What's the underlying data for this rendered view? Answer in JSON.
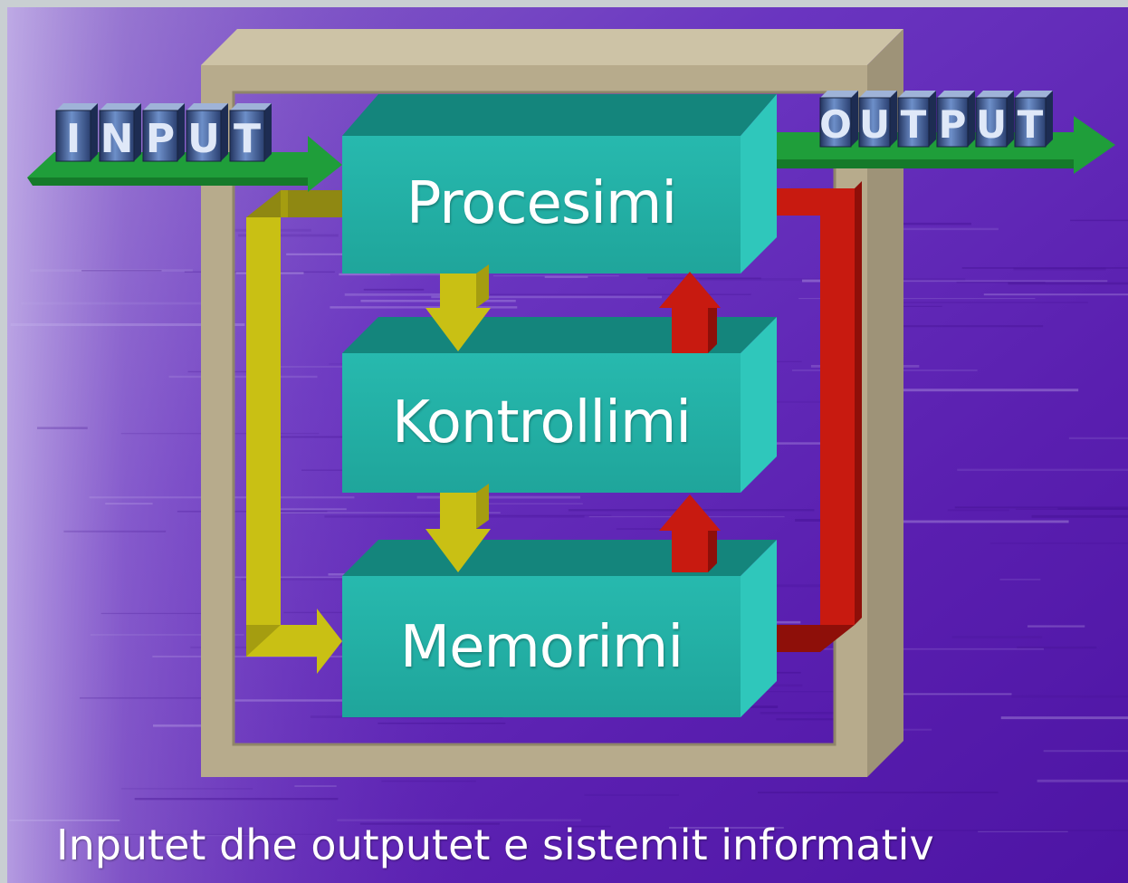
{
  "diagram": {
    "input_label": "INPUT",
    "output_label": "OUTPUT",
    "blocks": [
      {
        "label": "Procesimi"
      },
      {
        "label": "Kontrollimi"
      },
      {
        "label": "Memorimi"
      }
    ],
    "caption": "Inputet dhe outputet e sistemit informativ"
  },
  "colors": {
    "background": "#5a1fb0",
    "block_front": "#22b0a6",
    "block_top": "#14857c",
    "block_side": "#2fc7bb",
    "frame": "#b7ab8c",
    "arrow_green": "#1f9e3a",
    "arrow_yellow": "#c9c014",
    "arrow_red": "#c81a10",
    "letters": "#3e5f9c"
  }
}
